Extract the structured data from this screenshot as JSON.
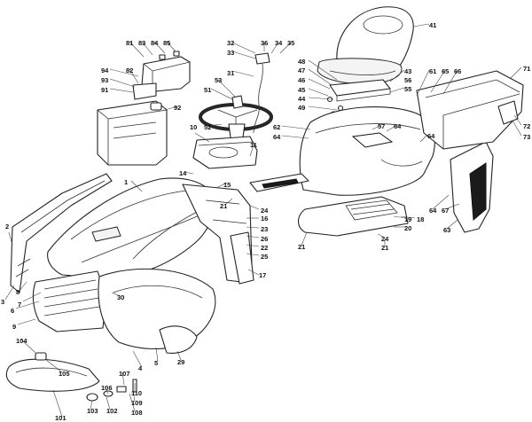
{
  "diagram": {
    "callouts": [
      "1",
      "2",
      "3",
      "4",
      "5",
      "6",
      "7",
      "8",
      "9",
      "10",
      "11",
      "14",
      "15",
      "16",
      "17",
      "18",
      "19",
      "20",
      "21",
      "21",
      "21",
      "22",
      "23",
      "24",
      "24",
      "25",
      "26",
      "29",
      "30",
      "31",
      "32",
      "33",
      "34",
      "35",
      "36",
      "41",
      "43",
      "44",
      "45",
      "46",
      "47",
      "48",
      "49",
      "51",
      "52",
      "53",
      "55",
      "56",
      "57",
      "61",
      "62",
      "63",
      "64",
      "64",
      "64",
      "64",
      "65",
      "66",
      "67",
      "71",
      "72",
      "73",
      "81",
      "82",
      "83",
      "84",
      "85",
      "91",
      "92",
      "93",
      "94",
      "101",
      "102",
      "103",
      "104",
      "105",
      "106",
      "107",
      "108",
      "109",
      "110"
    ]
  }
}
